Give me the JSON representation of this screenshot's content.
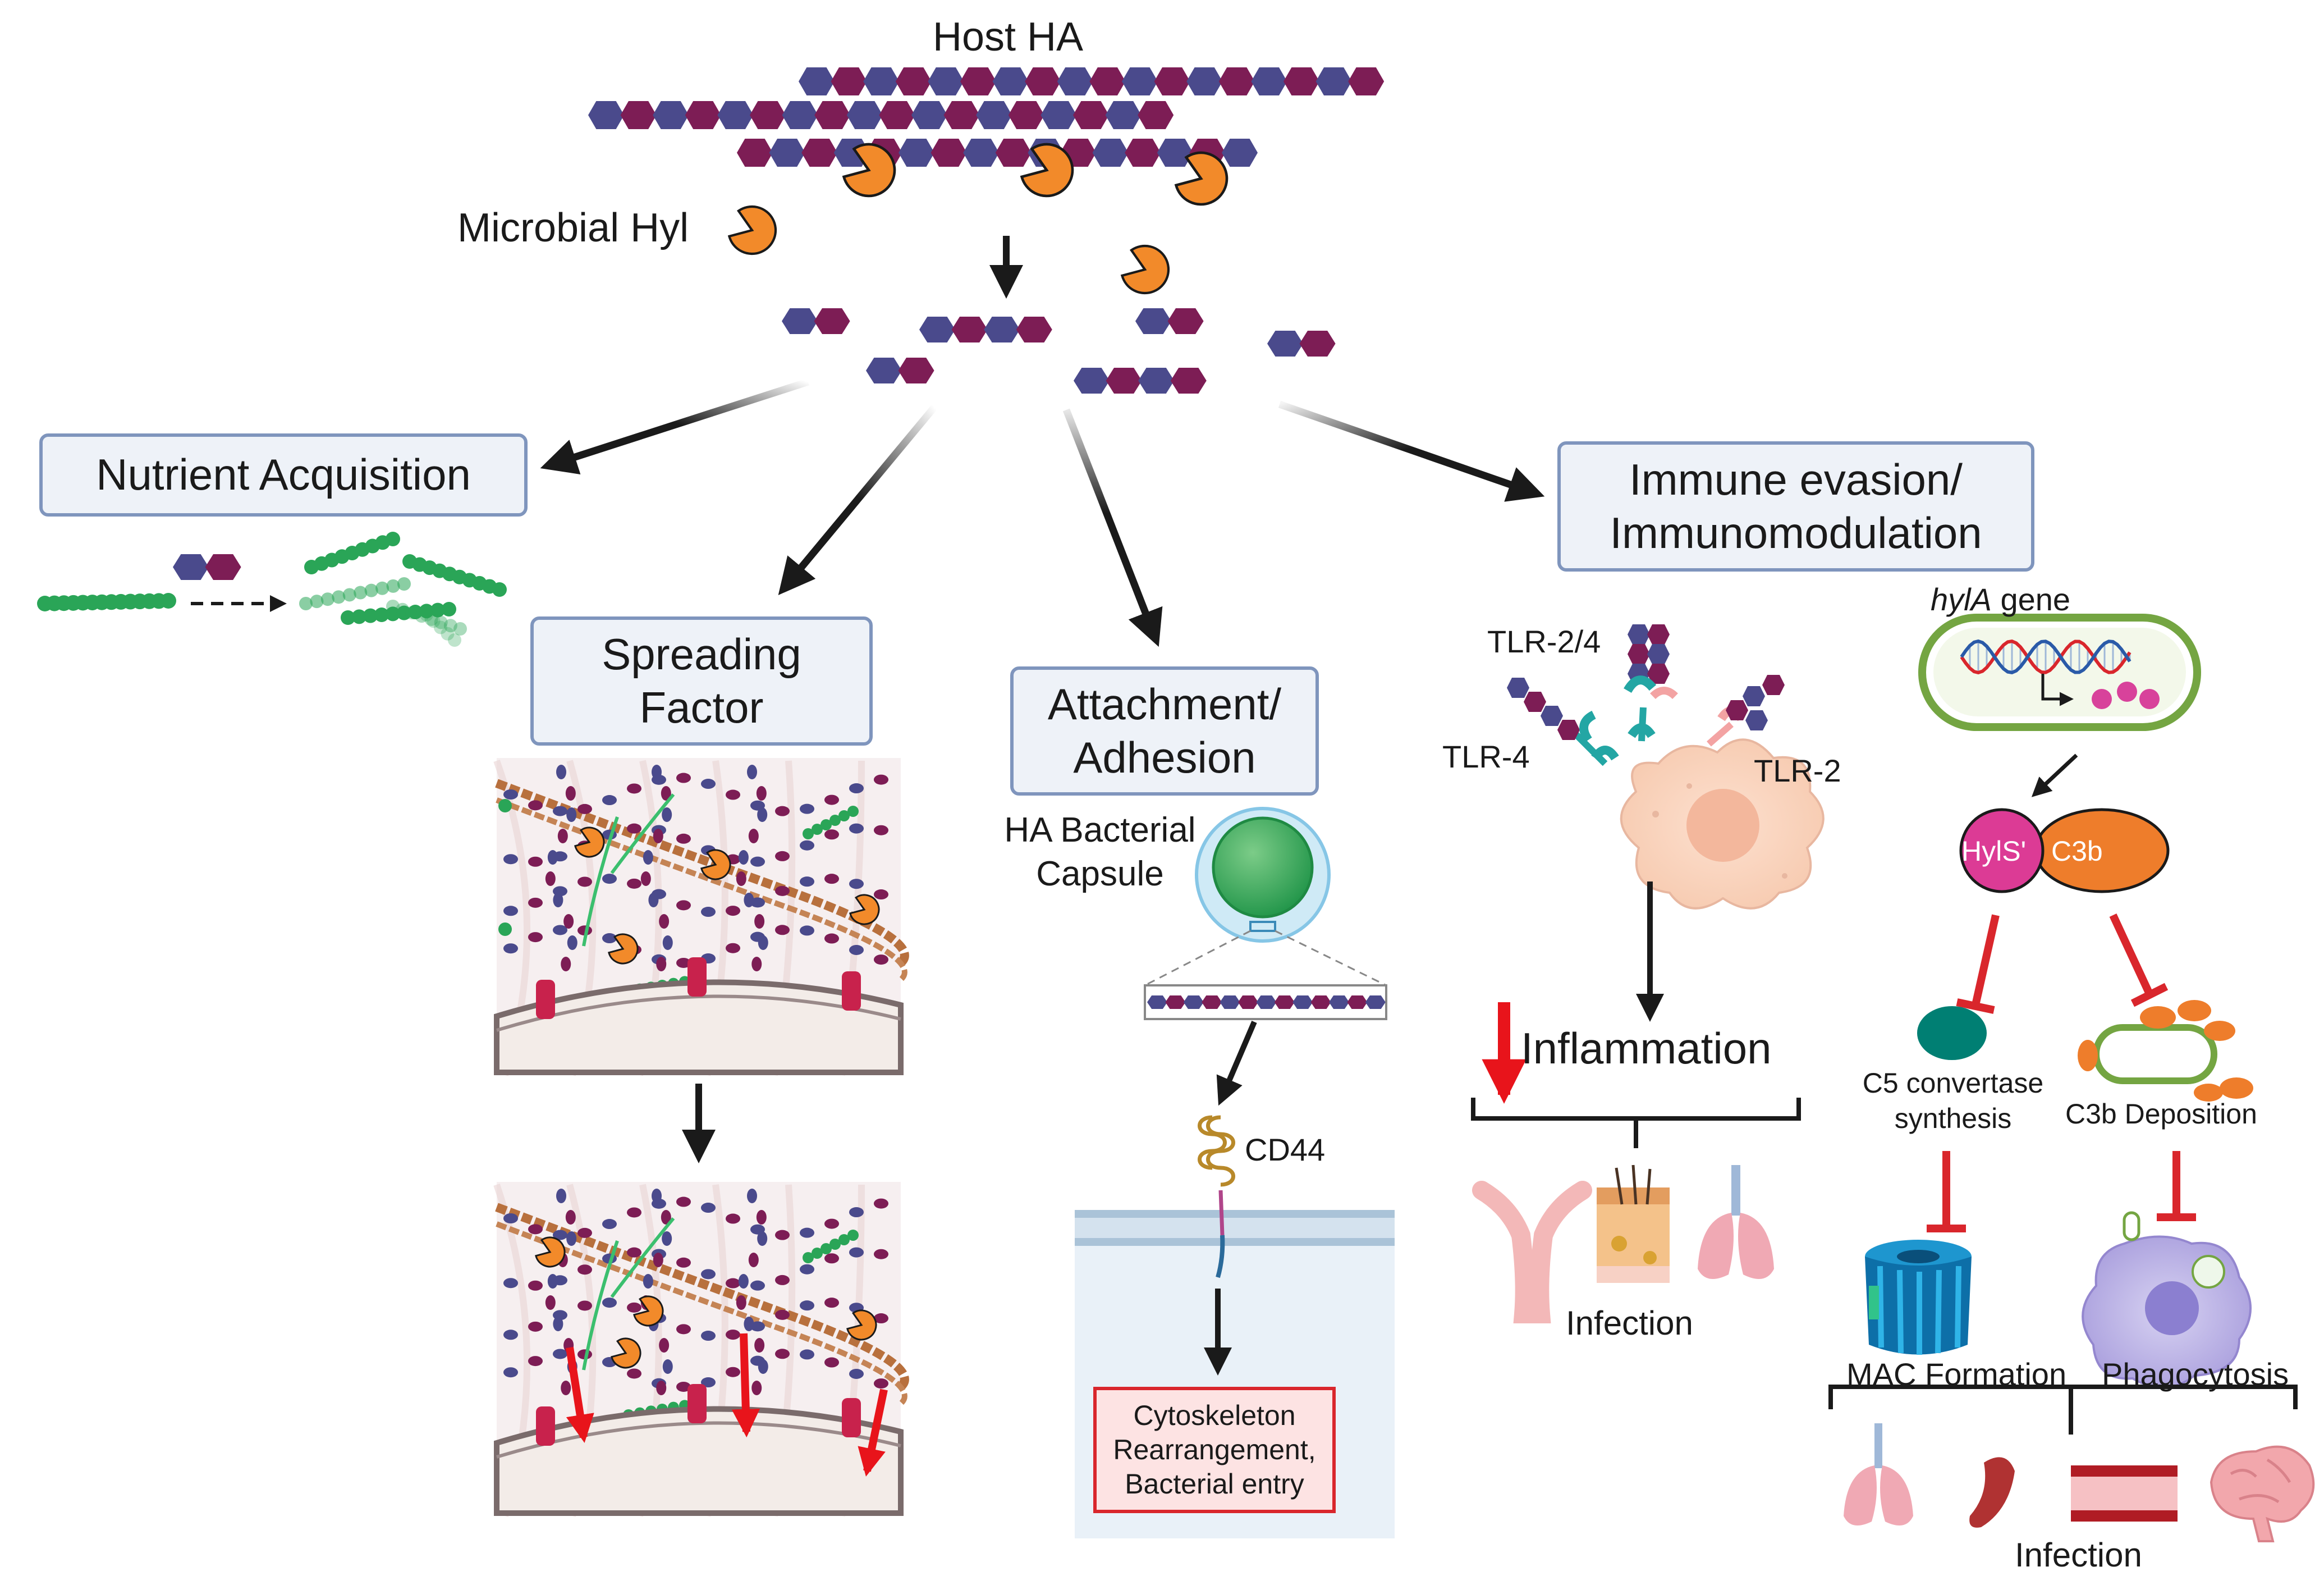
{
  "host_ha": "Host HA",
  "microbial_hyl": "Microbial Hyl",
  "nutrient_acquisition": "Nutrient Acquisition",
  "spreading_factor": [
    "Spreading",
    "Factor"
  ],
  "attachment": [
    "Attachment/",
    "Adhesion"
  ],
  "immune": [
    "Immune evasion/",
    "Immunomodulation"
  ],
  "ha_capsule": [
    "HA Bacterial",
    "Capsule"
  ],
  "cd44": "CD44",
  "cytoskeleton": [
    "Cytoskeleton",
    "Rearrangement,",
    "Bacterial entry"
  ],
  "tlr_24": "TLR-2/4",
  "tlr_4": "TLR-4",
  "tlr_2": "TLR-2",
  "inflammation": "Inflammation",
  "infection": "Infection",
  "hyla_gene_italic": "hylA",
  "hyla_gene_rest": " gene",
  "hyls": "HylS'",
  "c3b": "C3b",
  "c5": [
    "C5 convertase",
    "synthesis"
  ],
  "c3b_deposition": "C3b Deposition",
  "mac_formation": "MAC Formation",
  "phagocytosis": "Phagocytosis",
  "infection_2": "Infection",
  "colors": {
    "ha_purple": "#4a4a8c",
    "ha_maroon": "#7d1d55",
    "enzyme_orange": "#f28a2a",
    "bacteria_green": "#2aa557",
    "box_fill": "#eef2f8",
    "box_border": "#7f95bd",
    "inhibit_red": "#d9262c"
  }
}
